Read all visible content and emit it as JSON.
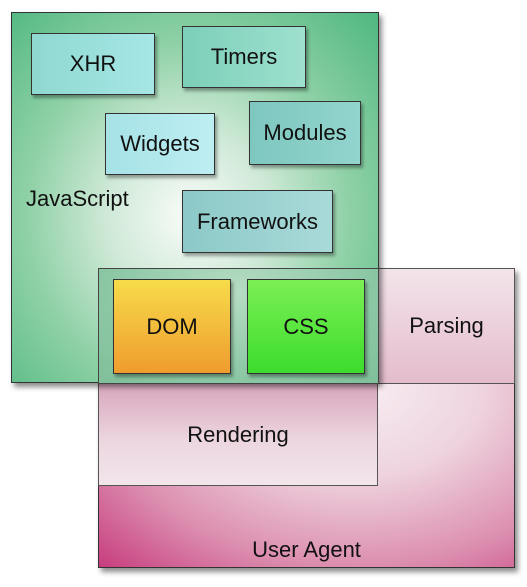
{
  "regions": {
    "user_agent": "User Agent",
    "javascript": "JavaScript",
    "parsing": "Parsing",
    "rendering": "Rendering"
  },
  "javascript_modules": {
    "xhr": "XHR",
    "timers": "Timers",
    "widgets": "Widgets",
    "modules": "Modules",
    "frameworks": "Frameworks"
  },
  "shared": {
    "dom": "DOM",
    "css": "CSS"
  },
  "colors": {
    "javascript_green": "#4fb77f",
    "user_agent_pink": "#c73d7e",
    "dom_orange": "#ef9c2e",
    "css_green": "#3ddc2e"
  }
}
